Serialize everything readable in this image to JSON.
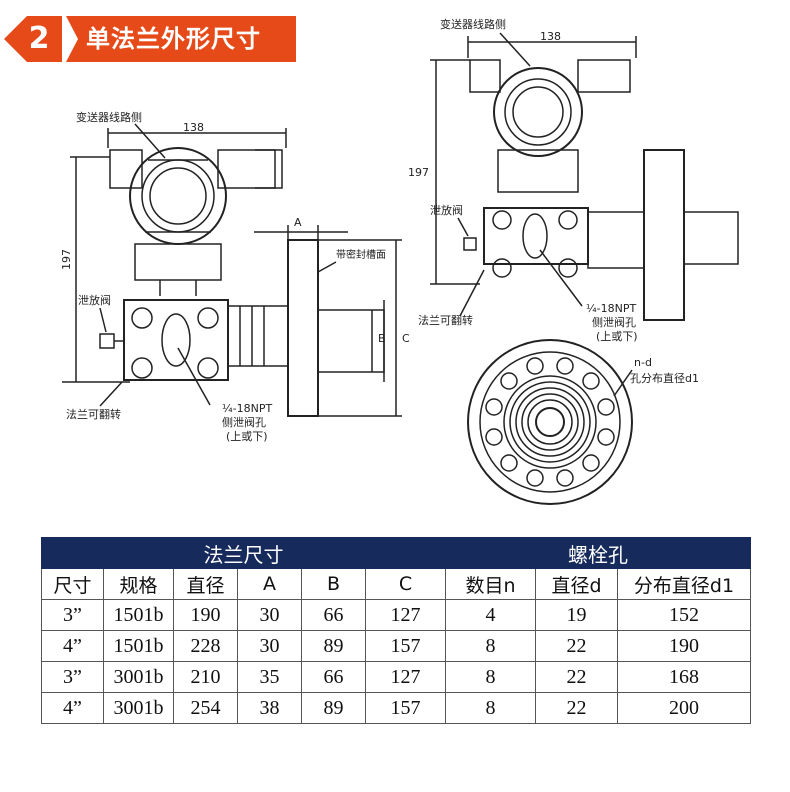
{
  "header": {
    "number": "2",
    "title": "单法兰外形尺寸"
  },
  "left_drawing": {
    "dim_width": "138",
    "dim_height": "197",
    "label_circuit_side": "变送器线路侧",
    "label_vent": "泄放阀",
    "label_flange_rotate": "法兰可翻转",
    "label_seal_face": "带密封槽面",
    "label_npt_1": "¼-18NPT",
    "label_npt_2": "侧泄阀孔",
    "label_npt_3": "(上或下)",
    "dim_A": "A",
    "dim_B": "B",
    "dim_C": "C"
  },
  "right_drawing": {
    "dim_width": "138",
    "dim_height": "197",
    "label_circuit_side": "变送器线路侧",
    "label_vent": "泄放阀",
    "label_flange_rotate": "法兰可翻转",
    "label_npt_1": "¼-18NPT",
    "label_npt_2": "侧泄阀孔",
    "label_npt_3": "(上或下)",
    "label_nd": "n-d",
    "label_d1": "孔分布直径d1"
  },
  "table": {
    "group_headers": [
      "法兰尺寸",
      "螺栓孔"
    ],
    "columns": [
      "尺寸",
      "规格",
      "直径",
      "A",
      "B",
      "C",
      "数目n",
      "直径d",
      "分布直径d1"
    ],
    "rows": [
      [
        "3”",
        "1501b",
        "190",
        "30",
        "66",
        "127",
        "4",
        "19",
        "152"
      ],
      [
        "4”",
        "1501b",
        "228",
        "30",
        "89",
        "157",
        "8",
        "22",
        "190"
      ],
      [
        "3”",
        "3001b",
        "210",
        "35",
        "66",
        "127",
        "8",
        "22",
        "168"
      ],
      [
        "4”",
        "3001b",
        "254",
        "38",
        "89",
        "157",
        "8",
        "22",
        "200"
      ]
    ]
  },
  "colors": {
    "banner_red": "#e64a19",
    "table_header_navy": "#162b5c"
  }
}
